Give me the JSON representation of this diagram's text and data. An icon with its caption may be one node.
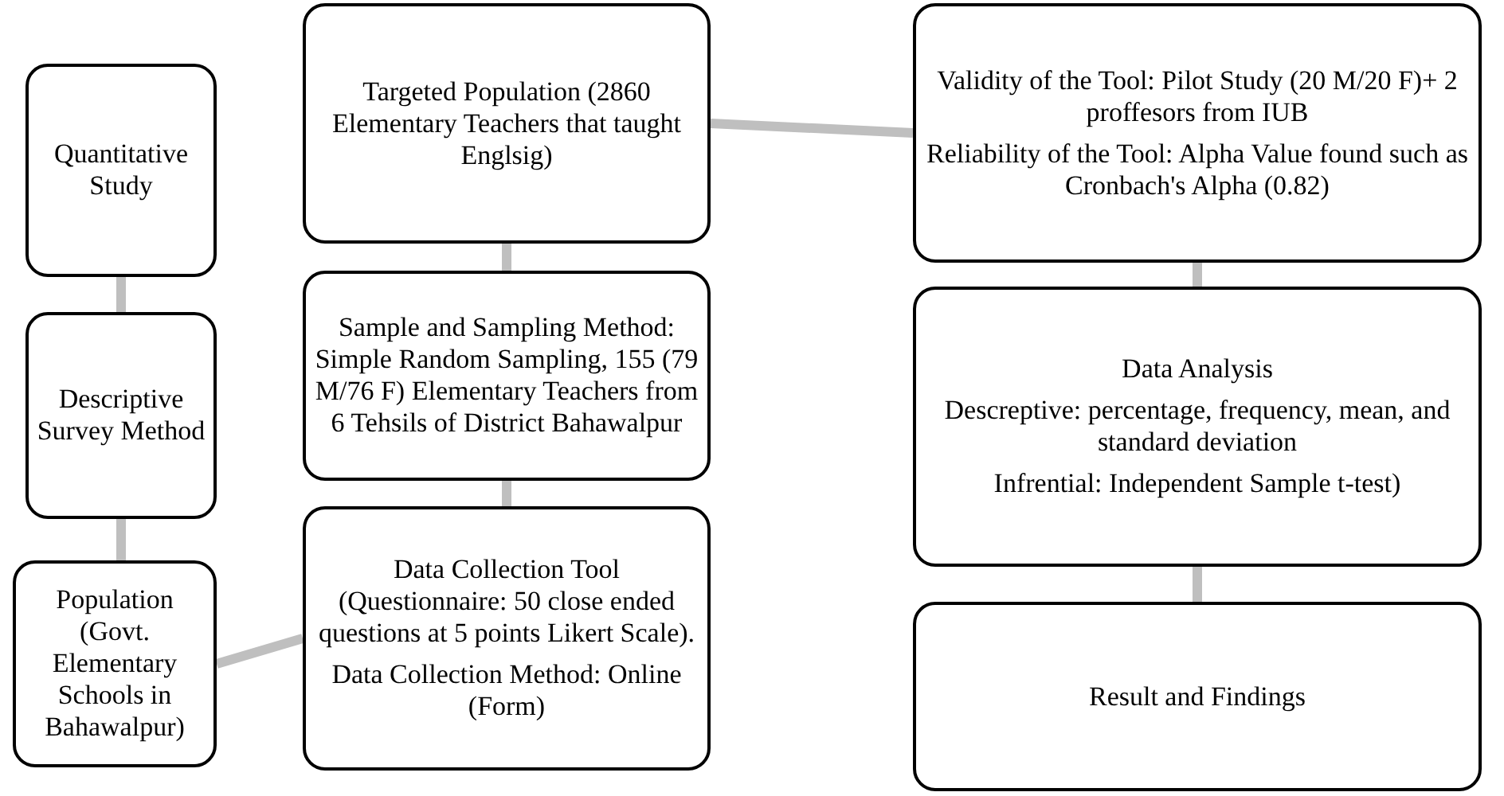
{
  "diagram": {
    "nodes": [
      {
        "text": [
          "Quantitative Study"
        ]
      },
      {
        "text": [
          "Descriptive Survey Method"
        ]
      },
      {
        "text": [
          "Population (Govt. Elementary Schools in Bahawalpur)"
        ]
      },
      {
        "text": [
          "Targeted Population (2860 Elementary Teachers that taught Englsig)"
        ]
      },
      {
        "text": [
          "Sample and Sampling Method: Simple Random Sampling, 155 (79 M/76 F) Elementary Teachers from 6 Tehsils of District Bahawalpur"
        ]
      },
      {
        "text": [
          "Data Collection Tool (Questionnaire: 50 close ended questions at 5 points Likert Scale).",
          "Data Collection Method: Online (Form)"
        ]
      },
      {
        "text": [
          "Validity of the Tool: Pilot Study (20 M/20 F)+ 2 proffesors from IUB",
          "Reliability of the Tool: Alpha Value found such as Cronbach's Alpha (0.82)"
        ]
      },
      {
        "text": [
          "Data Analysis",
          "Descreptive: percentage, frequency, mean, and standard deviation",
          "Infrential: Independent Sample t-test)"
        ]
      },
      {
        "text": [
          "Result and Findings"
        ]
      }
    ],
    "edges": [
      {
        "from": 0,
        "to": 1,
        "arrow": "none"
      },
      {
        "from": 1,
        "to": 2,
        "arrow": "none"
      },
      {
        "from": 2,
        "to": 5,
        "arrow": "none"
      },
      {
        "from": 5,
        "to": 4,
        "arrow": "none"
      },
      {
        "from": 4,
        "to": 3,
        "arrow": "none"
      },
      {
        "from": 3,
        "to": 6,
        "arrow": "none"
      },
      {
        "from": 6,
        "to": 7,
        "arrow": "none"
      },
      {
        "from": 7,
        "to": 8,
        "arrow": "none"
      }
    ]
  }
}
